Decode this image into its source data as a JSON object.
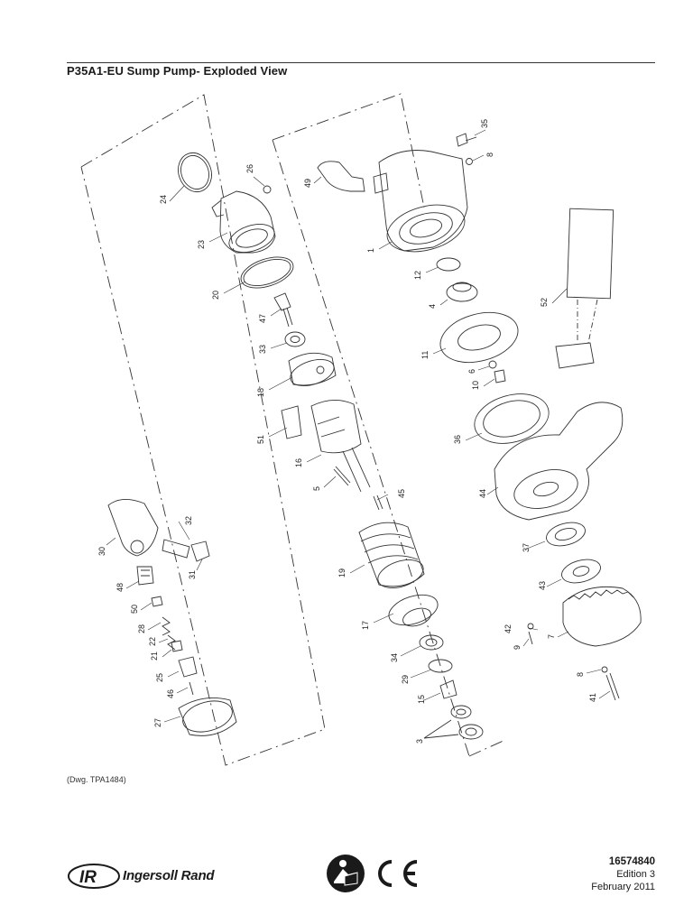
{
  "page_title": "P35A1-EU Sump Pump- Exploded View",
  "drawing_ref": "(Dwg. TPA1484)",
  "brand": {
    "name": "Ingersoll Rand",
    "mark": "IR"
  },
  "doc_number": "16574840",
  "edition": "Edition 3",
  "date": "February 2011",
  "icons": [
    "read-manual-icon",
    "ce-mark-icon"
  ],
  "callouts": {
    "c1": "1",
    "c3": "3",
    "c4": "4",
    "c5": "5",
    "c6": "6",
    "c7": "7",
    "c8a": "8",
    "c8b": "8",
    "c9": "9",
    "c10": "10",
    "c11": "11",
    "c12": "12",
    "c15": "15",
    "c16": "16",
    "c17": "17",
    "c18": "18",
    "c19": "19",
    "c20": "20",
    "c21": "21",
    "c22": "22",
    "c23": "23",
    "c24": "24",
    "c25": "25",
    "c26": "26",
    "c27": "27",
    "c28": "28",
    "c29": "29",
    "c30": "30",
    "c31": "31",
    "c32": "32",
    "c33": "33",
    "c34": "34",
    "c35": "35",
    "c36": "36",
    "c37": "37",
    "c41": "41",
    "c42": "42",
    "c43": "43",
    "c44": "44",
    "c45": "45",
    "c46": "46",
    "c47": "47",
    "c48": "48",
    "c49": "49",
    "c50": "50",
    "c51": "51",
    "c52": "52"
  }
}
